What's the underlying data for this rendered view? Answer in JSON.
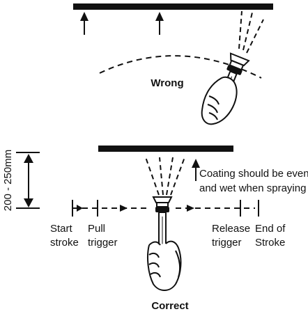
{
  "labels": {
    "wrong": "Wrong",
    "correct": "Correct",
    "distance": "200 - 250mm",
    "coating_line1": "Coating should be even",
    "coating_line2": "and wet when spraying",
    "start_line1": "Start",
    "start_line2": "stroke",
    "pull_line1": "Pull",
    "pull_line2": "trigger",
    "release_line1": "Release",
    "release_line2": "trigger",
    "end_line1": "End of",
    "end_line2": "Stroke"
  },
  "colors": {
    "ink": "#111111",
    "background": "#ffffff"
  }
}
